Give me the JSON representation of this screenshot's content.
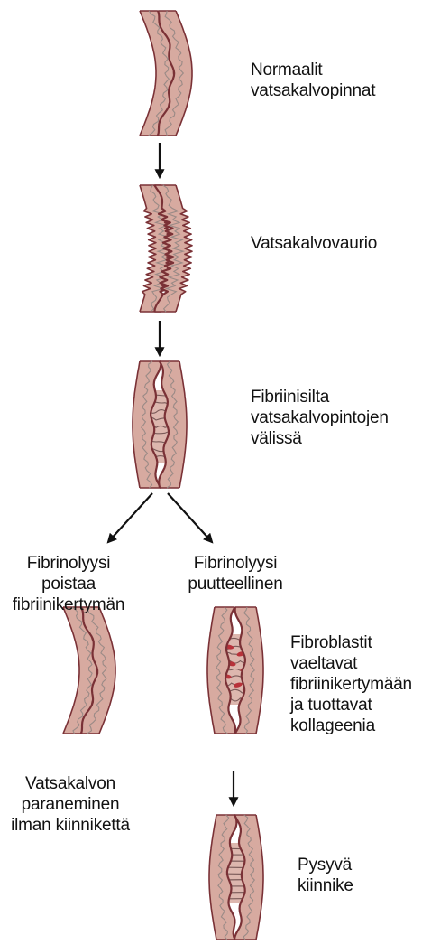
{
  "stages": {
    "normal": {
      "label": [
        "Normaalit",
        "vatsakalvopinnat"
      ]
    },
    "injury": {
      "label": [
        "Vatsakalvovaurio"
      ]
    },
    "fibrin_bridge": {
      "label": [
        "Fibriinisilta",
        "vatsakalvopintojen",
        "välissä"
      ]
    },
    "fibrinolysis_removes": {
      "label": [
        "Fibrinolyysi",
        "poistaa",
        "fibriinikertymän"
      ]
    },
    "fibrinolysis_insufficient": {
      "label": [
        "Fibrinolyysi",
        "puutteellinen"
      ]
    },
    "fibroblasts": {
      "label": [
        "Fibroblastit",
        "vaeltavat",
        "fibriinikertymään",
        "ja tuottavat",
        "kollageenia"
      ]
    },
    "healing": {
      "label": [
        "Vatsakalvon",
        "paraneminen",
        "ilman kiinnikettä"
      ]
    },
    "adhesion": {
      "label": [
        "Pysyvä",
        "kiinnike"
      ]
    }
  },
  "colors": {
    "tissue_fill": "#d7aaa0",
    "tissue_outline": "#7a3136",
    "inner_line": "#9a8a86",
    "fibrin": "#7a5a58",
    "fibroblast": "#b8323a",
    "arrow": "#111111"
  }
}
